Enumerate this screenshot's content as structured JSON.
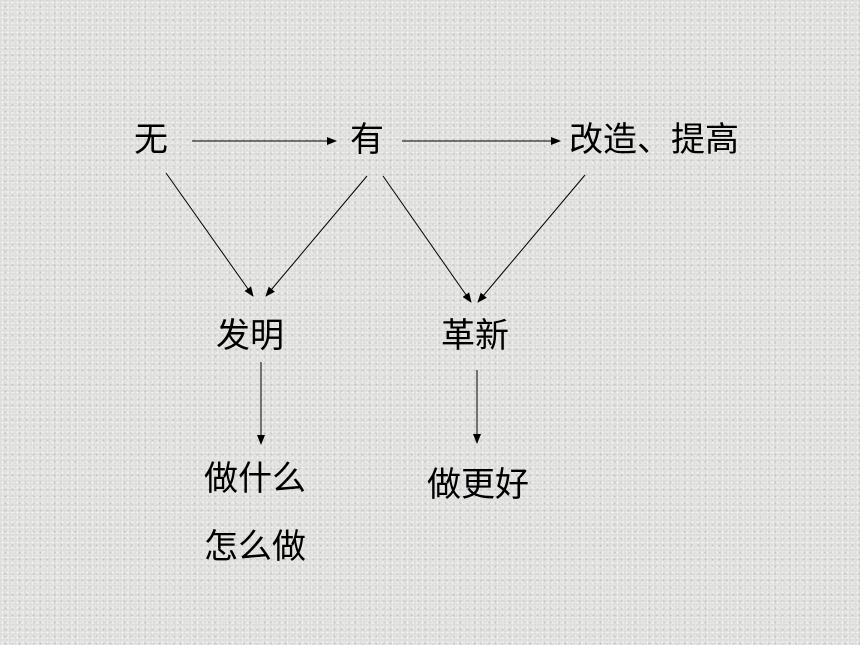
{
  "diagram": {
    "nodes": {
      "wu": "无",
      "you": "有",
      "gaizao": "改造、提高",
      "faming": "发明",
      "gexin": "革新",
      "zuoshenme": "做什么",
      "zenmezuo": "怎么做",
      "zuogenghao": "做更好"
    },
    "edges": [
      {
        "from": "无",
        "to": "有"
      },
      {
        "from": "有",
        "to": "改造、提高"
      },
      {
        "from": "无",
        "to": "发明"
      },
      {
        "from": "有",
        "to": "发明"
      },
      {
        "from": "有",
        "to": "革新"
      },
      {
        "from": "改造、提高",
        "to": "革新"
      },
      {
        "from": "发明",
        "to": "做什么"
      },
      {
        "from": "革新",
        "to": "做更好"
      }
    ]
  },
  "colors": {
    "text": "#000000",
    "line": "#000000",
    "background": "#dcdcda"
  }
}
